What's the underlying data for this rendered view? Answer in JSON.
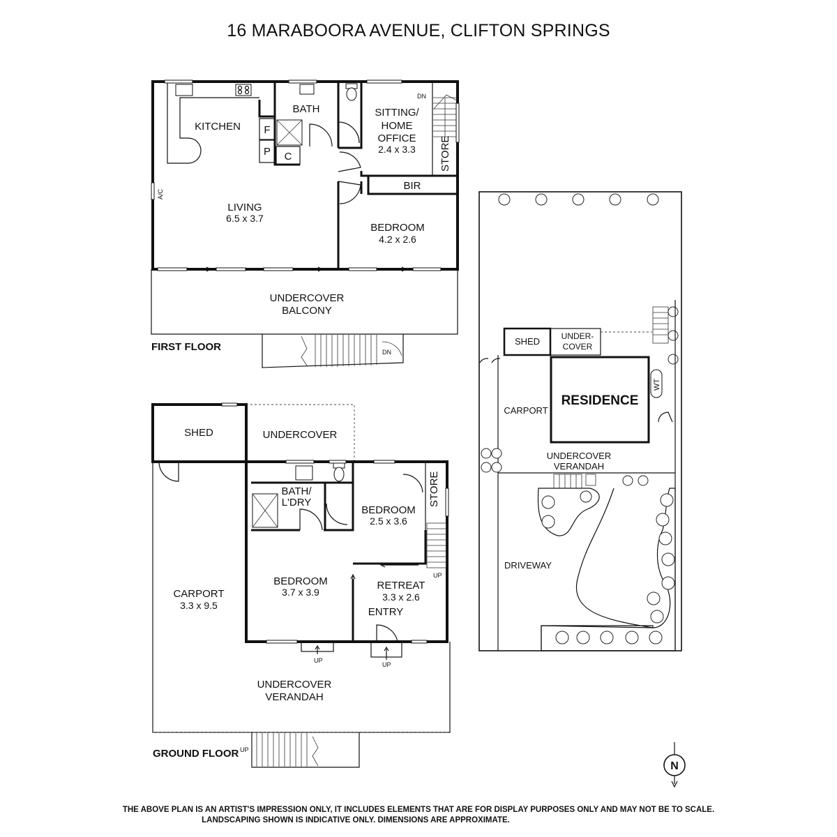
{
  "title": "16 MARABOORA AVENUE, CLIFTON SPRINGS",
  "first_floor": {
    "label": "FIRST FLOOR",
    "kitchen": "KITCHEN",
    "bath": "BATH",
    "f": "F",
    "p": "P",
    "c": "C",
    "sitting_1": "SITTING/",
    "sitting_2": "HOME",
    "sitting_3": "OFFICE",
    "sitting_dim": "2.4 x 3.3",
    "store": "STORE",
    "dn_top": "DN",
    "bir": "BIR",
    "ac": "A/C",
    "living": "LIVING",
    "living_dim": "6.5 x 3.7",
    "bedroom": "BEDROOM",
    "bedroom_dim": "4.2 x 2.6",
    "balcony_1": "UNDERCOVER",
    "balcony_2": "BALCONY",
    "dn_stair": "DN"
  },
  "ground_floor": {
    "label": "GROUND FLOOR",
    "shed": "SHED",
    "undercover": "UNDERCOVER",
    "bath_1": "BATH/",
    "bath_2": "L'DRY",
    "bedroom1": "BEDROOM",
    "bedroom1_dim": "2.5 x 3.6",
    "store": "STORE",
    "bedroom2": "BEDROOM",
    "bedroom2_dim": "3.7 x 3.9",
    "retreat": "RETREAT",
    "retreat_dim": "3.3 x 2.6",
    "entry": "ENTRY",
    "carport": "CARPORT",
    "carport_dim": "3.3 x 9.5",
    "up_stair": "UP",
    "up_left": "UP",
    "up_entry": "UP",
    "verandah_1": "UNDERCOVER",
    "verandah_2": "VERANDAH",
    "up_bottom": "UP"
  },
  "site_plan": {
    "shed": "SHED",
    "undercover_1": "UNDER-",
    "undercover_2": "COVER",
    "residence": "RESIDENCE",
    "wt": "WT",
    "carport": "CARPORT",
    "verandah_1": "UNDERCOVER",
    "verandah_2": "VERANDAH",
    "driveway": "DRIVEWAY"
  },
  "compass": {
    "letter": "N",
    "icon": "north-arrow-icon"
  },
  "disclaimer_1": "THE ABOVE PLAN IS AN ARTIST'S IMPRESSION ONLY, IT INCLUDES ELEMENTS THAT ARE FOR DISPLAY PURPOSES ONLY AND MAY NOT BE TO SCALE.",
  "disclaimer_2": "LANDSCAPING SHOWN IS INDICATIVE ONLY. DIMENSIONS ARE APPROXIMATE."
}
